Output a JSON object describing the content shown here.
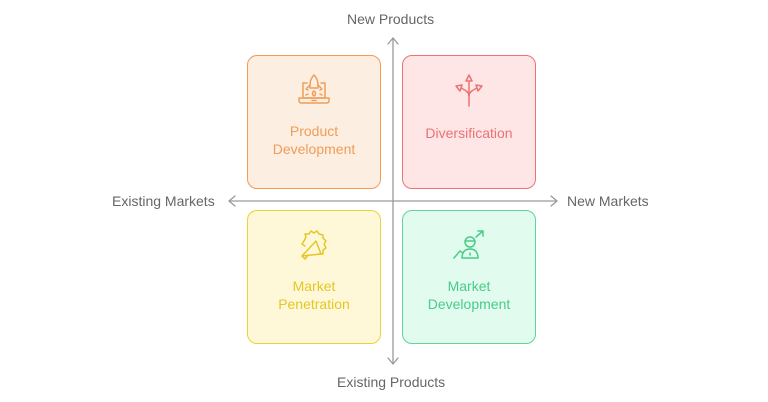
{
  "axes": {
    "top": "New Products",
    "bottom": "Existing Products",
    "left": "Existing Markets",
    "right": "New Markets"
  },
  "quadrants": [
    {
      "id": "product-development",
      "line1": "Product",
      "line2": "Development",
      "icon": "rocket-laptop-icon",
      "color": "#ef9d58",
      "background": "#fdeee2"
    },
    {
      "id": "diversification",
      "line1": "Diversification",
      "line2": "",
      "icon": "diverging-arrows-icon",
      "color": "#eb7373",
      "background": "#ffe6e6"
    },
    {
      "id": "market-penetration",
      "line1": "Market",
      "line2": "Penetration",
      "icon": "megaphone-icon",
      "color": "#e3c824",
      "background": "#fef8d8"
    },
    {
      "id": "market-development",
      "line1": "Market",
      "line2": "Development",
      "icon": "person-growth-icon",
      "color": "#4bcb89",
      "background": "#e2fbef"
    }
  ]
}
